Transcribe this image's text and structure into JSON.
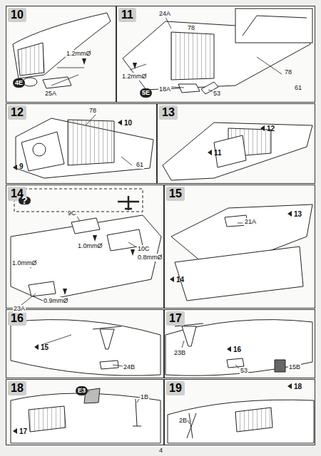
{
  "diagram": {
    "nodes": [
      {
        "text": [
          "10"
        ]
      },
      {
        "text": [
          "11"
        ]
      },
      {
        "text": [
          "12"
        ]
      },
      {
        "text": [
          "13"
        ]
      },
      {
        "text": [
          "14"
        ]
      },
      {
        "text": [
          "15"
        ]
      },
      {
        "text": [
          "16"
        ]
      },
      {
        "text": [
          "17"
        ]
      },
      {
        "text": [
          "18"
        ]
      },
      {
        "text": [
          "19"
        ]
      }
    ],
    "labels": [
      "4E",
      "25A",
      "1.2mmØ",
      "24A",
      "78",
      "1.2mmØ",
      "5E",
      "18A",
      "53",
      "78",
      "61",
      "78",
      "10",
      "9",
      "61",
      "12",
      "11",
      "?",
      "9C",
      "10C",
      "1.0mmØ",
      "0.8mmØ",
      "1.0mmØ",
      "23A",
      "0.9mmØ",
      "21A",
      "13",
      "14",
      "15",
      "24B",
      "23B",
      "16",
      "53",
      "15B",
      "E3",
      "1B",
      "17",
      "2B",
      "18",
      "4"
    ]
  }
}
